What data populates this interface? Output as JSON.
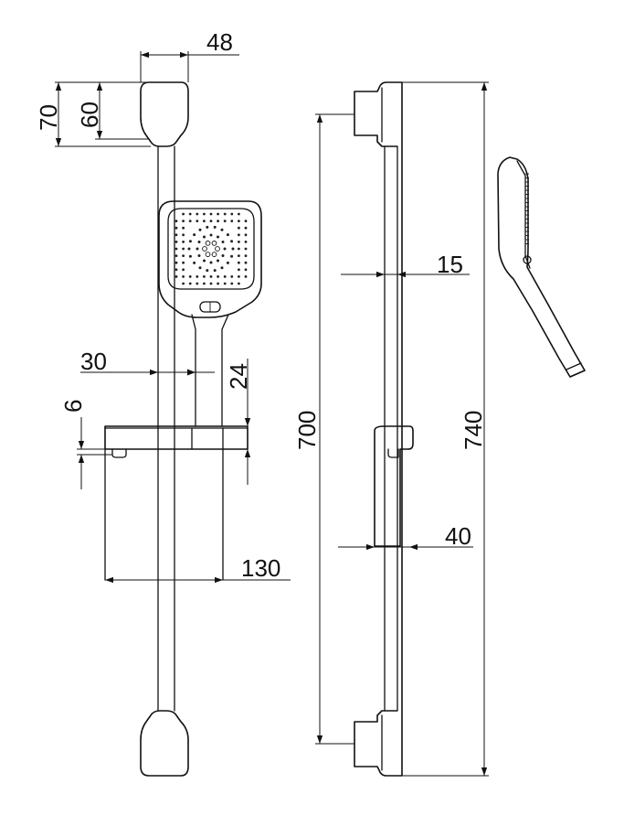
{
  "dimensions": {
    "top_width": "48",
    "top_outer_height": "70",
    "top_inner_height": "60",
    "bar_offset": "30",
    "shelf_gap": "24",
    "shelf_thickness": "6",
    "shelf_width": "130",
    "rail_diameter": "15",
    "slider_width": "40",
    "hole_distance": "700",
    "total_height": "740"
  },
  "colors": {
    "line": "#111111",
    "background": "#ffffff"
  }
}
